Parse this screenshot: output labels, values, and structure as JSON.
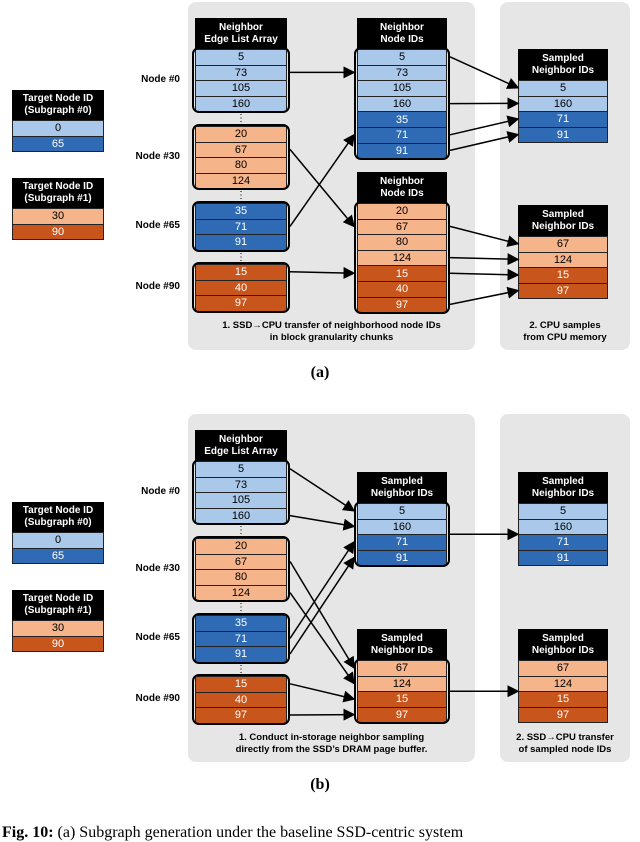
{
  "panels": [
    {
      "id": "a",
      "label": "(a)",
      "target_groups": [
        {
          "header": [
            "Target Node ID",
            "(Subgraph #0)"
          ],
          "cells": [
            {
              "v": "0",
              "c": "light"
            },
            {
              "v": "65",
              "c": "dark"
            }
          ]
        },
        {
          "header": [
            "Target Node ID",
            "(Subgraph #1)"
          ],
          "cells": [
            {
              "v": "30",
              "c": "peach"
            },
            {
              "v": "90",
              "c": "rust"
            }
          ]
        }
      ],
      "edge_list": {
        "header": [
          "Neighbor",
          "Edge List Array"
        ],
        "nodes": [
          {
            "label": "Node #0",
            "cells": [
              {
                "v": "5",
                "c": "light"
              },
              {
                "v": "73",
                "c": "light"
              },
              {
                "v": "105",
                "c": "light"
              },
              {
                "v": "160",
                "c": "light"
              }
            ]
          },
          {
            "label": "Node #30",
            "cells": [
              {
                "v": "20",
                "c": "peach"
              },
              {
                "v": "67",
                "c": "peach"
              },
              {
                "v": "80",
                "c": "peach"
              },
              {
                "v": "124",
                "c": "peach"
              }
            ]
          },
          {
            "label": "Node #65",
            "cells": [
              {
                "v": "35",
                "c": "dark"
              },
              {
                "v": "71",
                "c": "dark"
              },
              {
                "v": "91",
                "c": "dark"
              }
            ]
          },
          {
            "label": "Node #90",
            "cells": [
              {
                "v": "15",
                "c": "rust"
              },
              {
                "v": "40",
                "c": "rust"
              },
              {
                "v": "97",
                "c": "rust"
              }
            ]
          }
        ]
      },
      "middle_lists": [
        {
          "header": [
            "Neighbor",
            "Node IDs"
          ],
          "cells": [
            {
              "v": "5",
              "c": "light"
            },
            {
              "v": "73",
              "c": "light"
            },
            {
              "v": "105",
              "c": "light"
            },
            {
              "v": "160",
              "c": "light"
            },
            {
              "v": "35",
              "c": "dark"
            },
            {
              "v": "71",
              "c": "dark"
            },
            {
              "v": "91",
              "c": "dark"
            }
          ]
        },
        {
          "header": [
            "Neighbor",
            "Node IDs"
          ],
          "cells": [
            {
              "v": "20",
              "c": "peach"
            },
            {
              "v": "67",
              "c": "peach"
            },
            {
              "v": "80",
              "c": "peach"
            },
            {
              "v": "124",
              "c": "peach"
            },
            {
              "v": "15",
              "c": "rust"
            },
            {
              "v": "40",
              "c": "rust"
            },
            {
              "v": "97",
              "c": "rust"
            }
          ]
        }
      ],
      "right_lists": [
        {
          "header": [
            "Sampled",
            "Neighbor IDs"
          ],
          "cells": [
            {
              "v": "5",
              "c": "light"
            },
            {
              "v": "160",
              "c": "light"
            },
            {
              "v": "71",
              "c": "dark"
            },
            {
              "v": "91",
              "c": "dark"
            }
          ]
        },
        {
          "header": [
            "Sampled",
            "Neighbor IDs"
          ],
          "cells": [
            {
              "v": "67",
              "c": "peach"
            },
            {
              "v": "124",
              "c": "peach"
            },
            {
              "v": "15",
              "c": "rust"
            },
            {
              "v": "97",
              "c": "rust"
            }
          ]
        }
      ],
      "captions": {
        "left": [
          "1. SSD→CPU transfer of neighborhood  node IDs",
          "in block granularity chunks"
        ],
        "right": [
          "2. CPU samples",
          "from CPU memory"
        ]
      }
    },
    {
      "id": "b",
      "label": "(b)",
      "target_groups": [
        {
          "header": [
            "Target Node ID",
            "(Subgraph #0)"
          ],
          "cells": [
            {
              "v": "0",
              "c": "light"
            },
            {
              "v": "65",
              "c": "dark"
            }
          ]
        },
        {
          "header": [
            "Target Node ID",
            "(Subgraph #1)"
          ],
          "cells": [
            {
              "v": "30",
              "c": "peach"
            },
            {
              "v": "90",
              "c": "rust"
            }
          ]
        }
      ],
      "edge_list": {
        "header": [
          "Neighbor",
          "Edge List Array"
        ],
        "nodes": [
          {
            "label": "Node #0",
            "cells": [
              {
                "v": "5",
                "c": "light"
              },
              {
                "v": "73",
                "c": "light"
              },
              {
                "v": "105",
                "c": "light"
              },
              {
                "v": "160",
                "c": "light"
              }
            ]
          },
          {
            "label": "Node #30",
            "cells": [
              {
                "v": "20",
                "c": "peach"
              },
              {
                "v": "67",
                "c": "peach"
              },
              {
                "v": "80",
                "c": "peach"
              },
              {
                "v": "124",
                "c": "peach"
              }
            ]
          },
          {
            "label": "Node #65",
            "cells": [
              {
                "v": "35",
                "c": "dark"
              },
              {
                "v": "71",
                "c": "dark"
              },
              {
                "v": "91",
                "c": "dark"
              }
            ]
          },
          {
            "label": "Node #90",
            "cells": [
              {
                "v": "15",
                "c": "rust"
              },
              {
                "v": "40",
                "c": "rust"
              },
              {
                "v": "97",
                "c": "rust"
              }
            ]
          }
        ]
      },
      "middle_lists": [
        {
          "header": [
            "Sampled",
            "Neighbor IDs"
          ],
          "cells": [
            {
              "v": "5",
              "c": "light"
            },
            {
              "v": "160",
              "c": "light"
            },
            {
              "v": "71",
              "c": "dark"
            },
            {
              "v": "91",
              "c": "dark"
            }
          ]
        },
        {
          "header": [
            "Sampled",
            "Neighbor IDs"
          ],
          "cells": [
            {
              "v": "67",
              "c": "peach"
            },
            {
              "v": "124",
              "c": "peach"
            },
            {
              "v": "15",
              "c": "rust"
            },
            {
              "v": "97",
              "c": "rust"
            }
          ]
        }
      ],
      "right_lists": [
        {
          "header": [
            "Sampled",
            "Neighbor IDs"
          ],
          "cells": [
            {
              "v": "5",
              "c": "light"
            },
            {
              "v": "160",
              "c": "light"
            },
            {
              "v": "71",
              "c": "dark"
            },
            {
              "v": "91",
              "c": "dark"
            }
          ]
        },
        {
          "header": [
            "Sampled",
            "Neighbor IDs"
          ],
          "cells": [
            {
              "v": "67",
              "c": "peach"
            },
            {
              "v": "124",
              "c": "peach"
            },
            {
              "v": "15",
              "c": "rust"
            },
            {
              "v": "97",
              "c": "rust"
            }
          ]
        }
      ],
      "captions": {
        "left": [
          "1. Conduct in-storage neighbor sampling",
          "directly from the SSD’s DRAM page buffer."
        ],
        "right": [
          "2. SSD→CPU transfer",
          "of sampled node IDs"
        ]
      }
    }
  ],
  "figure_caption": {
    "label": "Fig. 10:",
    "text": " (a) Subgraph generation under the baseline SSD-centric system"
  },
  "colors": {
    "light": "#a9c8ea",
    "dark": "#2f6bb4",
    "peach": "#f5b48a",
    "rust": "#c8561c"
  }
}
